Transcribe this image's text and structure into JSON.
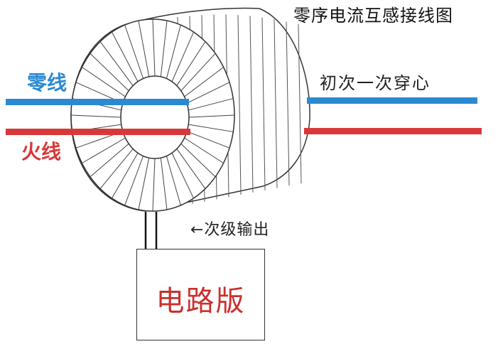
{
  "title": "零序电流互感接线图",
  "neutral_wire": {
    "label": "零线"
  },
  "live_wire": {
    "label": "火线"
  },
  "primary_note": "初次一次穿心",
  "secondary_note": "←次级输出",
  "circuit_board": {
    "label": "电路版"
  },
  "colors": {
    "neutral": "#2a8ad1",
    "live": "#d9383a",
    "board_text": "#c9302c",
    "outline": "#333333"
  }
}
